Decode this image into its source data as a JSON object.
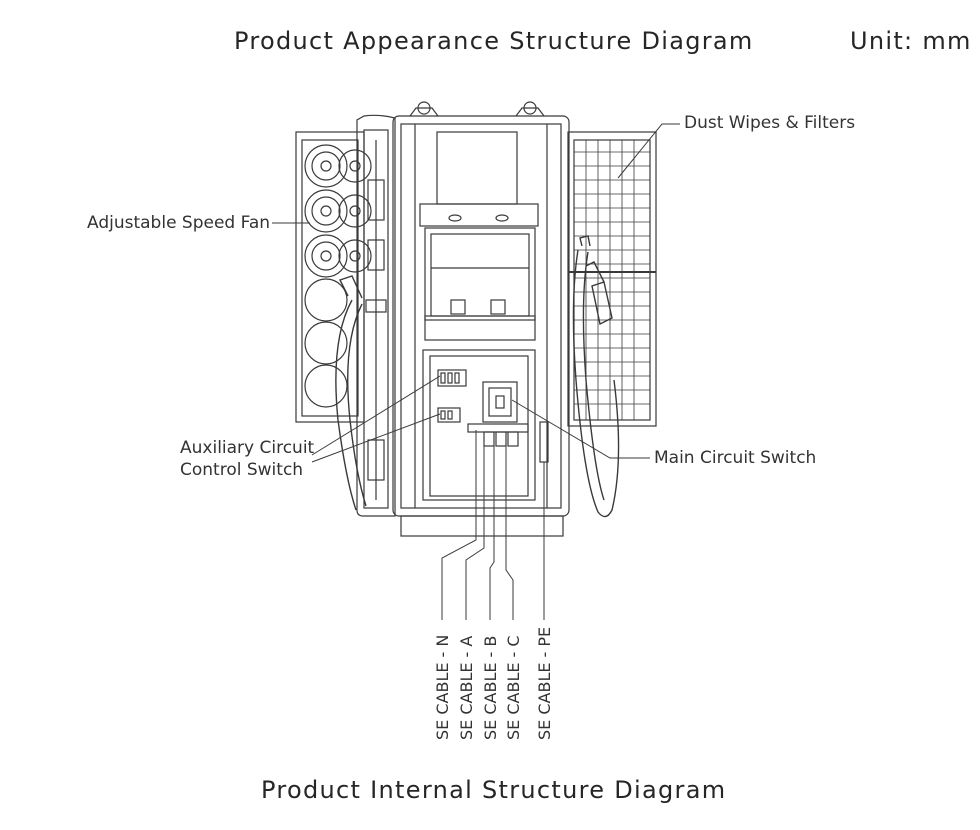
{
  "titles": {
    "appearance": "Product Appearance Structure Diagram",
    "unit": "Unit:  mm",
    "internal": "Product Internal Structure Diagram"
  },
  "callouts": {
    "adjustable_speed_fan": "Adjustable Speed Fan",
    "dust_wipes_filters": "Dust Wipes & Filters",
    "auxiliary_circuit_line1": "Auxiliary Circuit",
    "auxiliary_circuit_line2": "Control Switch",
    "main_circuit_switch": "Main Circuit Switch"
  },
  "cables": [
    "SE CABLE - N",
    "SE CABLE - A",
    "SE CABLE - B",
    "SE CABLE - C",
    "SE CABLE - PE"
  ]
}
